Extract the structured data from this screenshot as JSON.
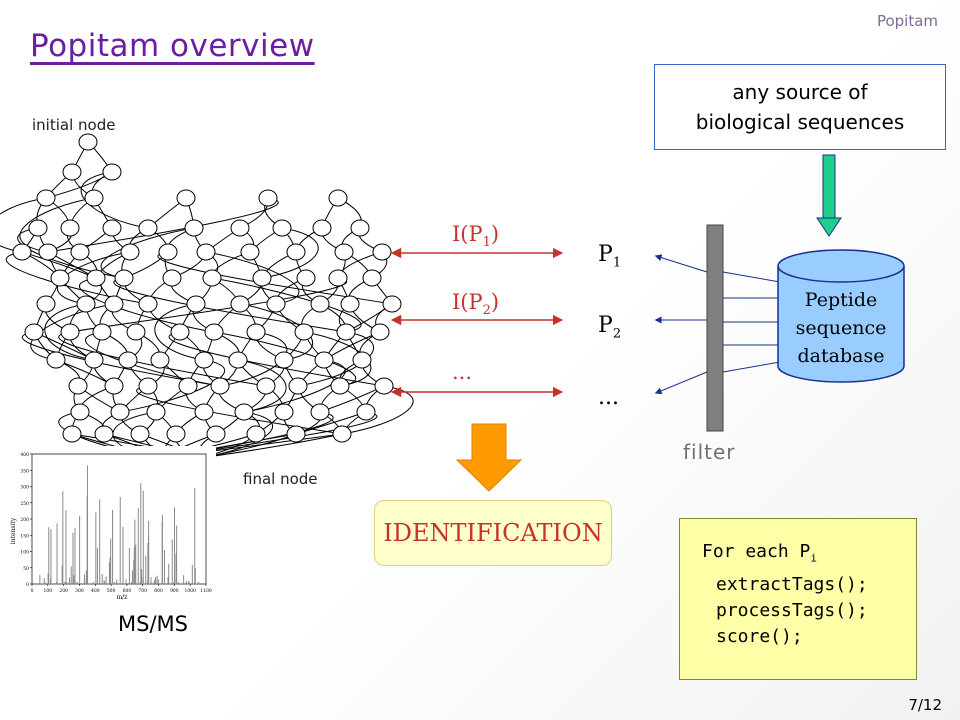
{
  "header_tag": "Popitam",
  "title": "Popitam overview",
  "graph": {
    "initial_label": "initial node",
    "final_label": "final node"
  },
  "spectrum": {
    "label": "MS/MS",
    "y_axis_label": "intensity",
    "x_axis_label": "m/z",
    "y_ticks": [
      "0",
      "50",
      "100",
      "150",
      "200",
      "250",
      "300",
      "350",
      "400"
    ],
    "x_ticks": [
      "0",
      "100",
      "200",
      "300",
      "400",
      "500",
      "600",
      "700",
      "800",
      "900",
      "1000",
      "1100"
    ]
  },
  "interpretations": [
    {
      "label": "I(P",
      "sub": "1",
      "close": ")"
    },
    {
      "label": "I(P",
      "sub": "2",
      "close": ")"
    },
    {
      "label": "...",
      "sub": "",
      "close": ""
    }
  ],
  "peptides": [
    {
      "label": "P",
      "sub": "1"
    },
    {
      "label": "P",
      "sub": "2"
    },
    {
      "label": "...",
      "sub": ""
    }
  ],
  "identification": "IDENTIFICATION",
  "filter_label": "filter",
  "source_box": {
    "line1": "any source of",
    "line2": "biological sequences"
  },
  "database": {
    "line1": "Peptide",
    "line2": "sequence",
    "line3": "database"
  },
  "code": {
    "line1": "For each P",
    "line1_sub": "i",
    "line2": "extractTags();",
    "line3": "processTags();",
    "line4": "score();"
  },
  "page_number": "7/12",
  "colors": {
    "title": "#6a1ea1",
    "red": "#c8322d",
    "arrow_orange": "#ff9a00",
    "arrow_green": "#1fd08a",
    "db_fill": "#99ccff",
    "filter_bar": "#808080"
  }
}
